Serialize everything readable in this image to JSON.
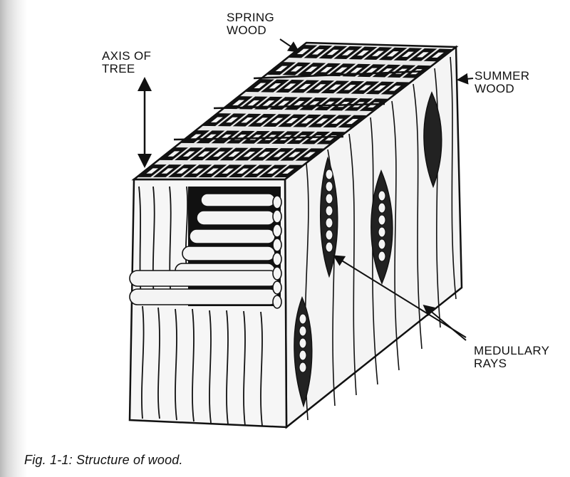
{
  "labels": {
    "spring_wood": "SPRING\nWOOD",
    "axis_of_tree": "AXIS OF\nTREE",
    "summer_wood": "SUMMER\nWOOD",
    "medullary_rays": "MEDULLARY\nRAYS"
  },
  "caption": "Fig. 1-1: Structure of wood.",
  "colors": {
    "ink": "#111111",
    "paper": "#ffffff"
  }
}
